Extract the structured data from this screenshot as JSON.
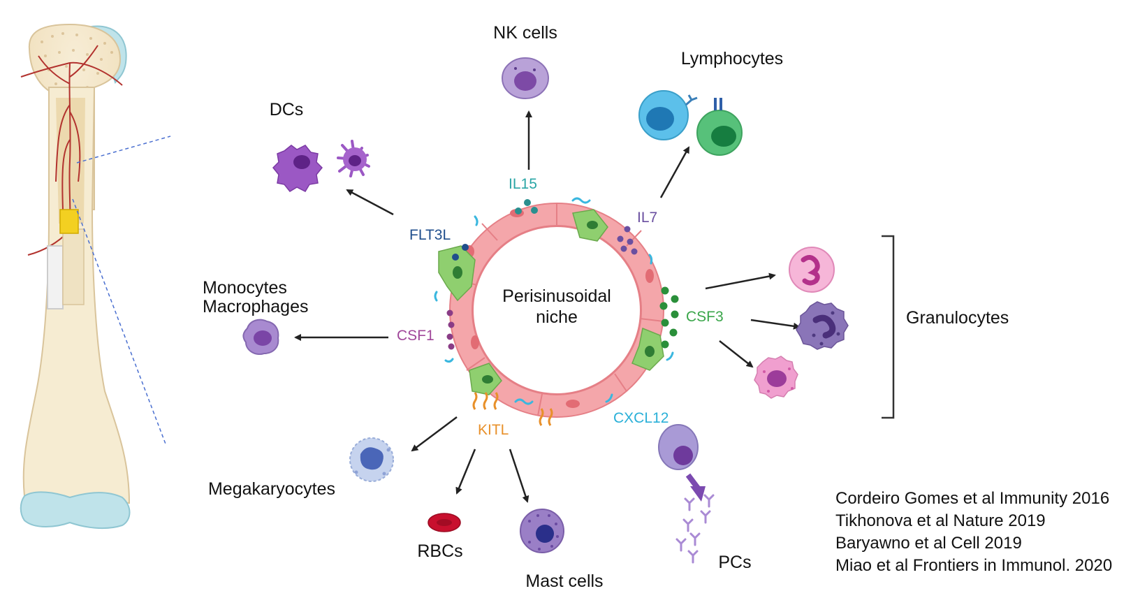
{
  "center_label": [
    "Perisinusoidal",
    "niche"
  ],
  "factors": {
    "il15": "IL15",
    "il7": "IL7",
    "flt3l": "FLT3L",
    "csf1": "CSF1",
    "csf3": "CSF3",
    "kitl": "KITL",
    "cxcl12": "CXCL12"
  },
  "cells": {
    "nk": "NK cells",
    "lymphocytes": "Lymphocytes",
    "dcs": "DCs",
    "monocytes": "Monocytes",
    "macrophages": "Macrophages",
    "granulocytes": "Granulocytes",
    "megakaryocytes": "Megakaryocytes",
    "rbcs": "RBCs",
    "mast": "Mast cells",
    "pcs": "PCs"
  },
  "citations": [
    "Cordeiro Gomes et al Immunity 2016",
    "Tikhonova et al Nature 2019",
    "Baryawno et al Cell 2019",
    "Miao et al Frontiers in Immunol. 2020"
  ],
  "colors": {
    "il15": "#2aa6a6",
    "il7": "#6a4fa0",
    "flt3l": "#1f4e8c",
    "csf1": "#a0479a",
    "csf3": "#3aa64a",
    "kitl": "#e8902a",
    "cxcl12": "#2ab0d8",
    "endothelium": "#f3a0a4",
    "stromal": "#8fcf6f"
  },
  "icons": [
    "long-bone-icon",
    "nk-cell-icon",
    "b-cell-icon",
    "t-cell-icon",
    "dendritic-cell-icon",
    "monocyte-icon",
    "neutrophil-icon",
    "basophil-icon",
    "eosinophil-icon",
    "megakaryocyte-icon",
    "rbc-icon",
    "mast-cell-icon",
    "plasma-cell-icon",
    "antibody-icon"
  ]
}
